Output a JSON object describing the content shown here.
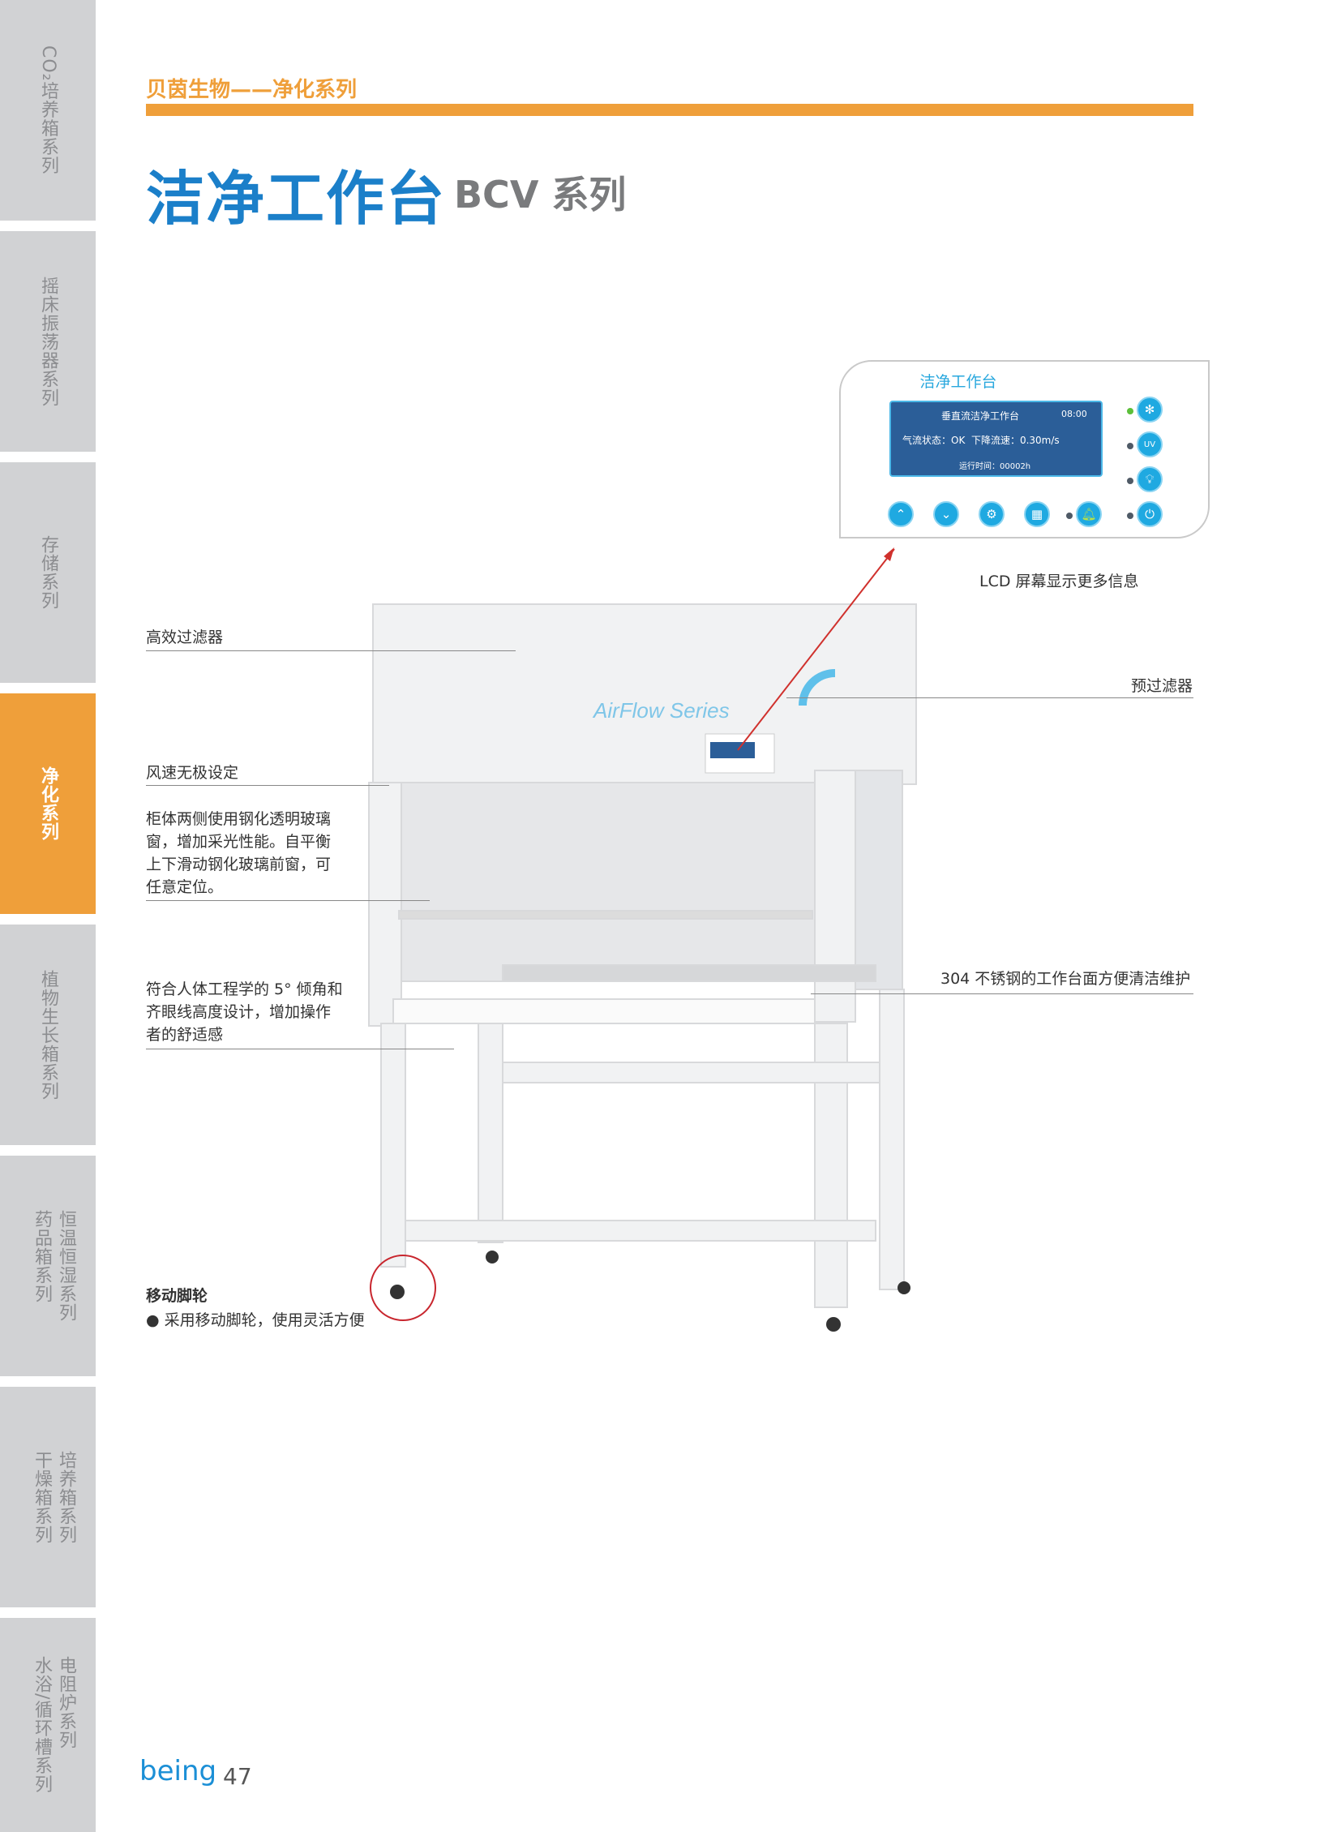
{
  "sidebar": {
    "items": [
      {
        "lines": [
          "CO₂培养箱系列"
        ],
        "active": false
      },
      {
        "lines": [
          "摇床振荡器系列"
        ],
        "active": false
      },
      {
        "lines": [
          "存储系列"
        ],
        "active": false
      },
      {
        "lines": [
          "净化系列"
        ],
        "active": true
      },
      {
        "lines": [
          "植物生长箱系列"
        ],
        "active": false
      },
      {
        "lines": [
          "恒温恒湿系列",
          "药品箱系列"
        ],
        "active": false
      },
      {
        "lines": [
          "培养箱系列",
          "干燥箱系列"
        ],
        "active": false
      },
      {
        "lines": [
          "电阻炉系列",
          "水浴/循环槽系列"
        ],
        "active": false
      }
    ]
  },
  "header": {
    "subtitle": "贝茵生物——净化系列",
    "title": "洁净工作台",
    "series": "BCV 系列"
  },
  "lcd_panel": {
    "title": "洁净工作台",
    "screen": {
      "line1": "垂直流洁净工作台",
      "time": "08:00",
      "line2": "气流状态：OK  下降流速：0.30m/s",
      "line3": "运行时间：00002h"
    },
    "caption": "LCD 屏幕显示更多信息"
  },
  "product": {
    "logo": "AirFlow Series"
  },
  "annotations": {
    "hepa": "高效过滤器",
    "prefilter": "预过滤器",
    "speed": "风速无极设定",
    "glass": "柜体两侧使用钢化透明玻璃窗，增加采光性能。自平衡上下滑动钢化玻璃前窗，可任意定位。",
    "steel": "304 不锈钢的工作台面方便清洁维护",
    "ergonomic": "符合人体工程学的 5° 倾角和齐眼线高度设计，增加操作者的舒适感",
    "caster_title": "移动脚轮",
    "caster_text": "采用移动脚轮，使用灵活方便"
  },
  "footer": {
    "brand": "being",
    "page": "47"
  },
  "colors": {
    "orange": "#ef9f3a",
    "blue": "#1b7fc9",
    "grey": "#d1d2d4"
  }
}
